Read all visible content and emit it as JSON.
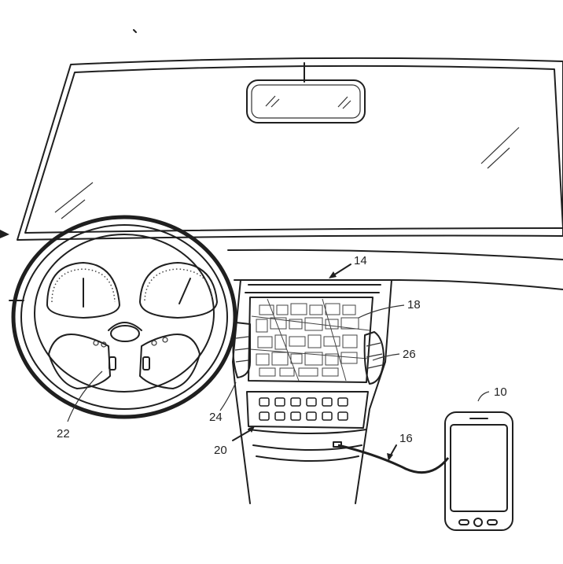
{
  "figure": {
    "labels": {
      "phone": "10",
      "dashboard": "14",
      "cable": "16",
      "nav_display": "18",
      "keypad": "20",
      "steering_controls": "22",
      "left_vent": "24",
      "right_vent": "26"
    },
    "icons": [
      "windshield-icon",
      "rearview-mirror-icon",
      "steering-wheel-icon",
      "gauge-icon",
      "map-display-icon",
      "keypad-icon",
      "phone-icon",
      "cable-icon",
      "vent-icon"
    ],
    "colors": {
      "line": "#1f1f1f",
      "background": "#ffffff"
    }
  }
}
